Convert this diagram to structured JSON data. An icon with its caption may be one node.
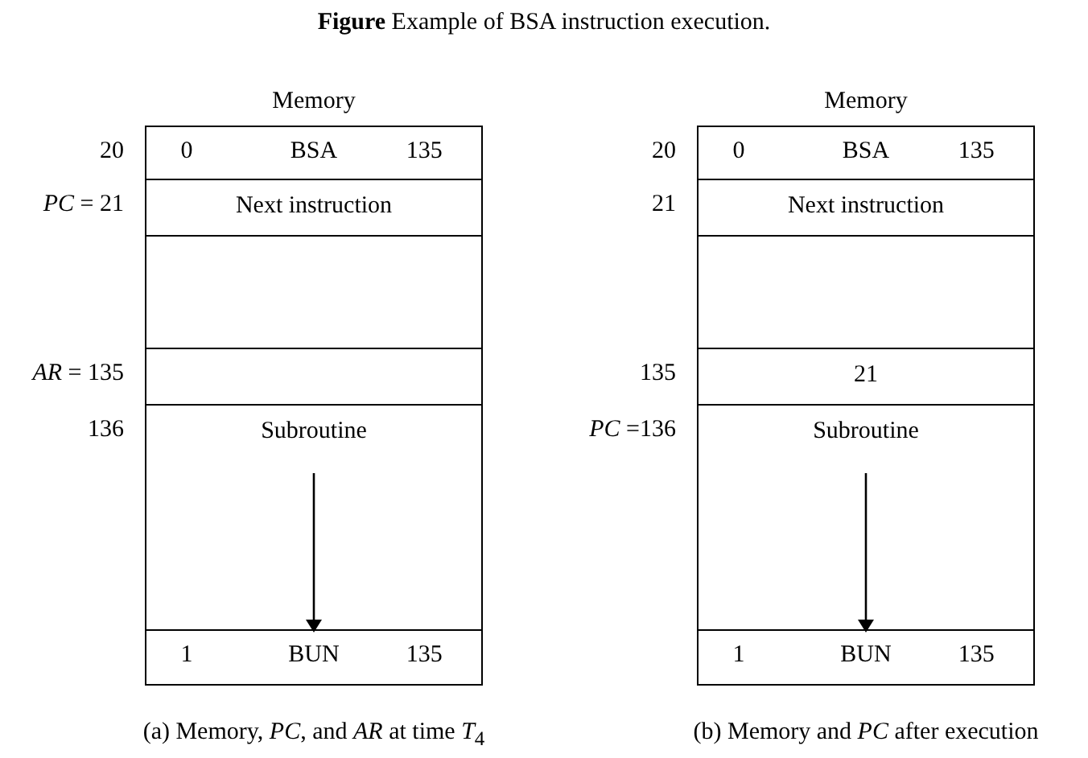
{
  "diagram": {
    "title": "**Figure** Example of BSA instruction execution.",
    "nodes": [
      {
        "text": [
          "Memory"
        ]
      },
      {
        "text": [
          "0",
          "BSA",
          "135"
        ],
        "in": 0,
        "beside": [
          "20"
        ]
      },
      {
        "text": [
          "Next instruction"
        ],
        "in": 0,
        "beside": [
          "*PC* = 21"
        ]
      },
      {
        "text": [],
        "shape": "box",
        "in": 0
      },
      {
        "text": [],
        "shape": "box",
        "in": 0,
        "beside": [
          "*AR* = 135"
        ]
      },
      {
        "text": [
          "Subroutine"
        ],
        "in": 0,
        "beside": [
          "136"
        ]
      },
      {
        "text": [
          "1",
          "BUN",
          "135"
        ],
        "in": 0
      },
      {
        "text": [
          "Memory"
        ]
      },
      {
        "text": [
          "0",
          "BSA",
          "135"
        ],
        "in": 7,
        "beside": [
          "20"
        ]
      },
      {
        "text": [
          "Next instruction"
        ],
        "in": 7,
        "beside": [
          "21"
        ]
      },
      {
        "text": [],
        "shape": "box",
        "in": 7
      },
      {
        "text": [
          "21"
        ],
        "in": 7,
        "beside": [
          "135"
        ]
      },
      {
        "text": [
          "Subroutine"
        ],
        "in": 7,
        "beside": [
          "*PC* =136"
        ]
      },
      {
        "text": [
          "1",
          "BUN",
          "135"
        ],
        "in": 7
      }
    ],
    "edges": [
      {
        "from": 5,
        "to": 6,
        "arrow": "to"
      },
      {
        "from": 12,
        "to": 13,
        "arrow": "to"
      }
    ],
    "labels": [
      "(a) Memory, *PC*, and *AR* at time *T*$_{4}$",
      "(b) Memory and *PC* after execution"
    ]
  }
}
